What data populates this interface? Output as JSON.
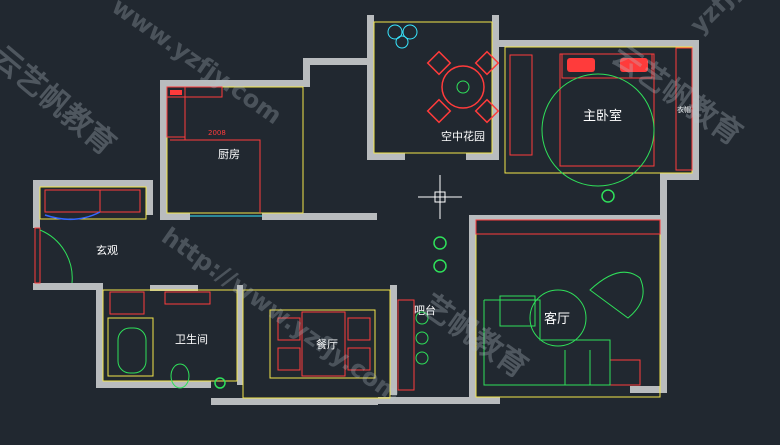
{
  "plan": {
    "rooms": {
      "kitchen": "厨房",
      "foyer": "玄观",
      "garden": "空中花园",
      "master_bedroom": "主卧室",
      "bathroom": "卫生间",
      "dining": "餐厅",
      "bar": "吧台",
      "living": "客厅",
      "closet": "衣帽"
    },
    "dimension": "2008"
  },
  "watermarks": {
    "url_1": "http://www.yzfjy.com",
    "url_2": "www.yzfjy.com",
    "url_3": "yzfjy",
    "cn_1": "云艺帆教育",
    "cn_2": "云艺帆教育",
    "cn_3": "艺帆教育"
  },
  "colors": {
    "background": "#212830",
    "wall": "#b9bcbe",
    "outline": "#f4e64a",
    "furniture": "#ff3b3b",
    "green": "#2fe05a",
    "cyan": "#38e7ff"
  }
}
